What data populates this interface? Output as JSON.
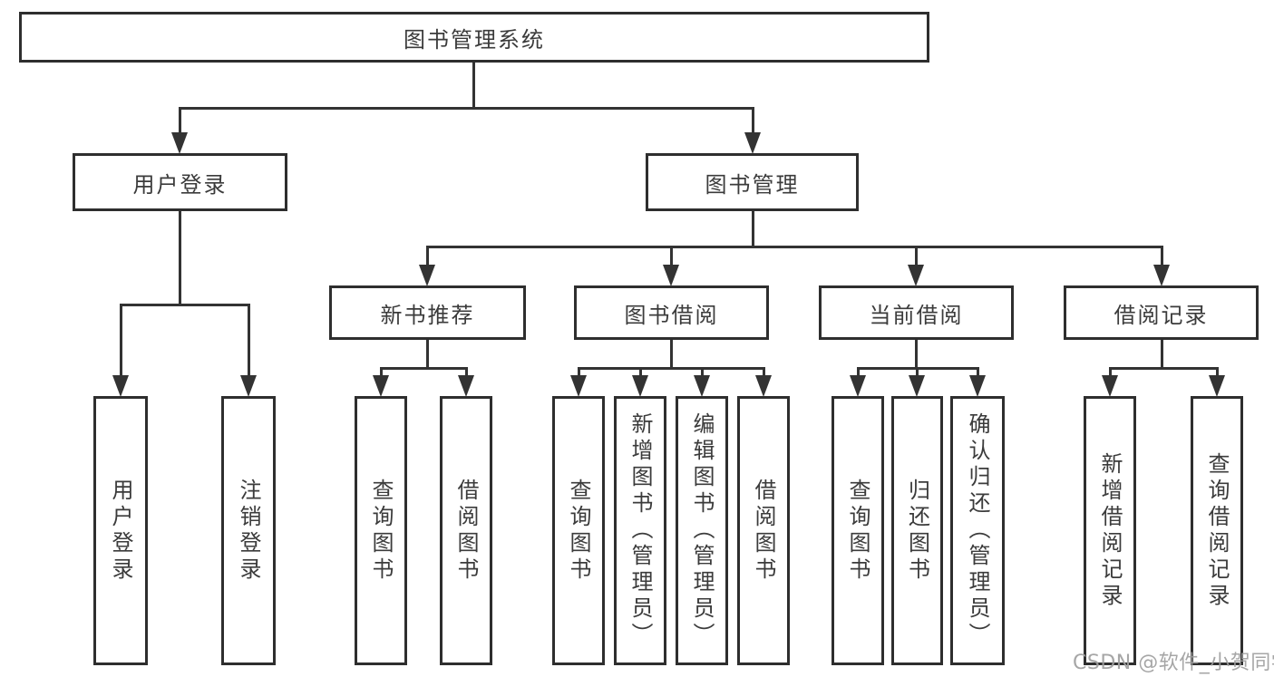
{
  "diagram": {
    "root": {
      "label": "图书管理系统",
      "children": [
        {
          "label": "用户登录",
          "children": [
            {
              "label": "用户登录"
            },
            {
              "label": "注销登录"
            }
          ]
        },
        {
          "label": "图书管理",
          "children": [
            {
              "label": "新书推荐",
              "children": [
                {
                  "label": "查询图书"
                },
                {
                  "label": "借阅图书"
                }
              ]
            },
            {
              "label": "图书借阅",
              "children": [
                {
                  "label": "查询图书"
                },
                {
                  "label": "新增图书（管理员）"
                },
                {
                  "label": "编辑图书（管理员）"
                },
                {
                  "label": "借阅图书"
                }
              ]
            },
            {
              "label": "当前借阅",
              "children": [
                {
                  "label": "查询图书"
                },
                {
                  "label": "归还图书"
                },
                {
                  "label": "确认归还（管理员）"
                }
              ]
            },
            {
              "label": "借阅记录",
              "children": [
                {
                  "label": "新增借阅记录"
                },
                {
                  "label": "查询借阅记录"
                }
              ]
            }
          ]
        }
      ]
    }
  },
  "watermark": {
    "text": "CSDN @软件_小贺同学"
  },
  "colors": {
    "line": "#333333",
    "border": "#2e2e2e",
    "text": "#3b3b3b",
    "watermark": "#9e9e9e",
    "background": "#ffffff"
  }
}
